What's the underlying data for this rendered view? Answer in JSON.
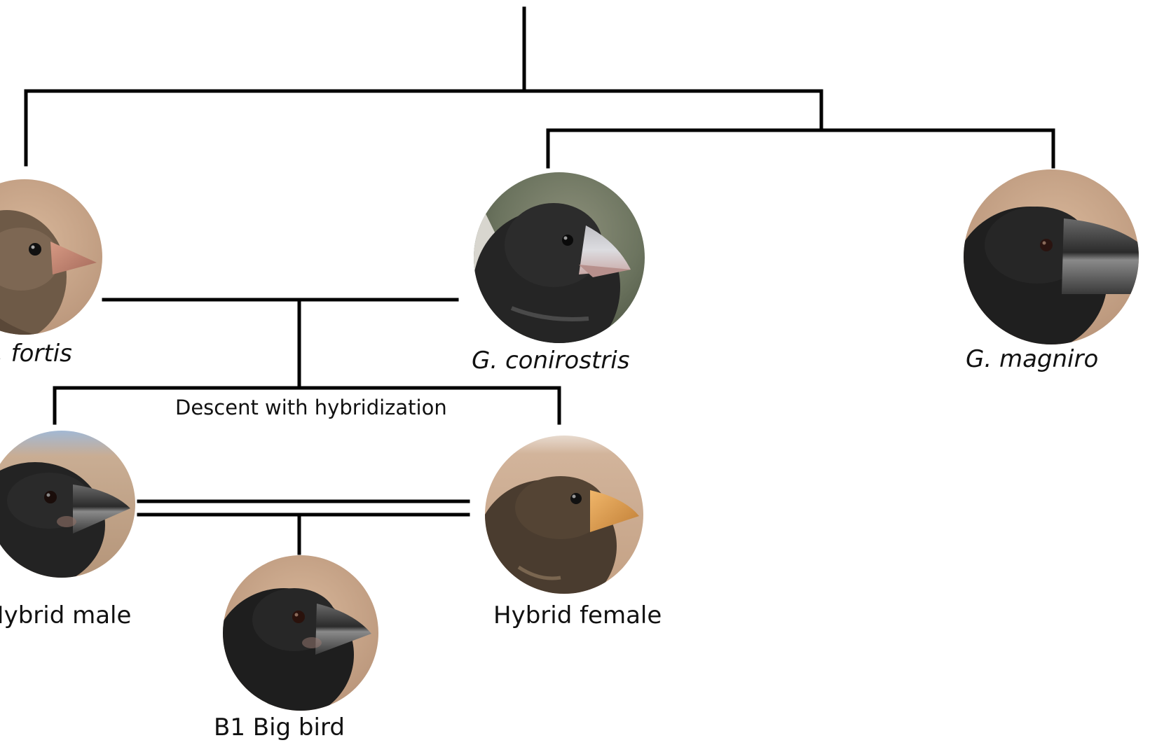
{
  "diagram": {
    "caption": "Descent with hybridization",
    "species": {
      "fortis": {
        "label": ". fortis"
      },
      "conirostris": {
        "label": "G. conirostris"
      },
      "magnirostris": {
        "label": "G. magniro"
      }
    },
    "hybrids": {
      "male": {
        "label": "Hybrid male"
      },
      "female": {
        "label": "Hybrid female"
      },
      "offspring": {
        "label": "B1 Big bird"
      }
    }
  }
}
